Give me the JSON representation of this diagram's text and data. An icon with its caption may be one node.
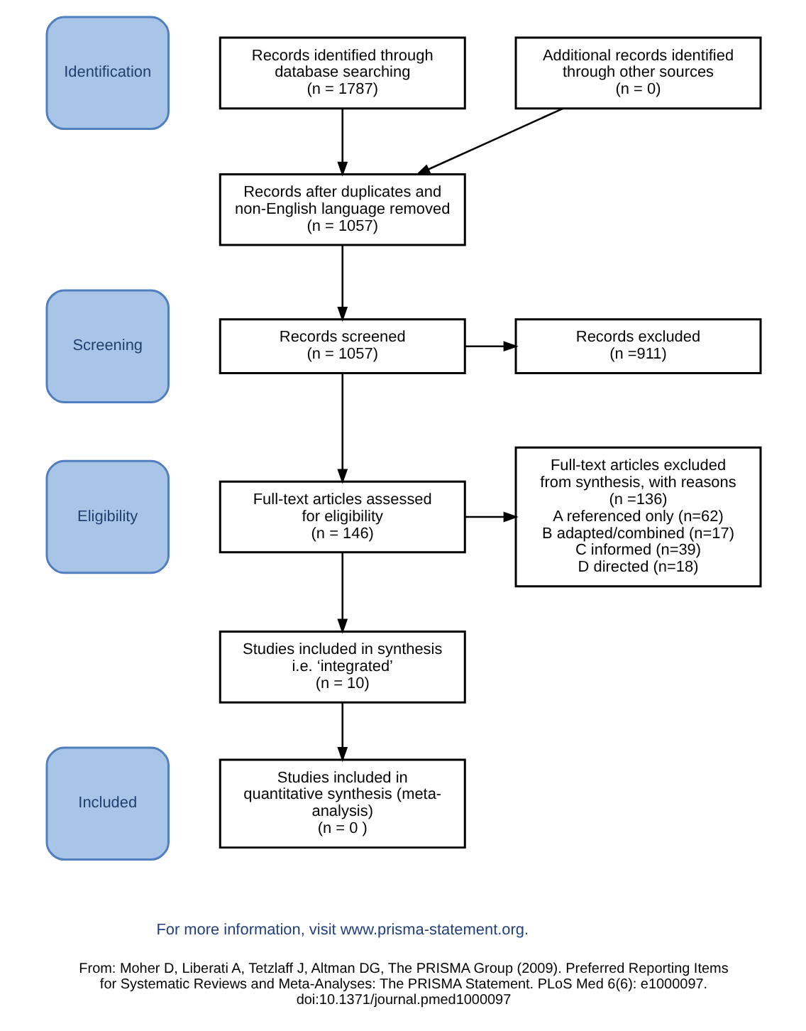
{
  "diagram": {
    "caption": "From: Moher D, Liberati A, Tetzlaff J, Altman DG, The PRISMA Group (2009). Preferred Reporting Items for Systematic Reviews and Meta-Analyses: The PRISMA Statement. PLoS Med 6(6): e1000097. doi:10.1371/journal.pmed1000097",
    "nodes": [
      {
        "text": [
          "Identification"
        ]
      },
      {
        "text": [
          "Records identified through database searching",
          "(n = 1787)"
        ]
      },
      {
        "text": [
          "Additional records identified through other sources",
          "(n = 0)"
        ]
      },
      {
        "text": [
          "Records after duplicates and non-English language removed",
          "(n = 1057)"
        ]
      },
      {
        "text": [
          "Screening"
        ]
      },
      {
        "text": [
          "Records screened",
          "(n = 1057)"
        ]
      },
      {
        "text": [
          "Records excluded",
          "(n =911)"
        ]
      },
      {
        "text": [
          "Eligibility"
        ]
      },
      {
        "text": [
          "Full-text articles assessed for eligibility",
          "(n = 146)"
        ]
      },
      {
        "text": [
          "Full-text articles excluded from synthesis, with reasons",
          "(n =136)",
          "A referenced only (n=62)",
          "B adapted/combined (n=17)",
          "C informed (n=39)",
          "D directed (n=18)"
        ]
      },
      {
        "text": [
          "Studies included in synthesis i.e. ‘integrated’",
          "(n = 10)"
        ]
      },
      {
        "text": [
          "Included"
        ]
      },
      {
        "text": [
          "Studies included in quantitative synthesis (meta-analysis)",
          "(n = 0 )"
        ]
      }
    ],
    "edges": [
      {
        "from": 1,
        "to": 3,
        "arrow": "to"
      },
      {
        "from": 2,
        "to": 3,
        "arrow": "to"
      },
      {
        "from": 3,
        "to": 5,
        "arrow": "to"
      },
      {
        "from": 5,
        "to": 6,
        "arrow": "to"
      },
      {
        "from": 5,
        "to": 8,
        "arrow": "to"
      },
      {
        "from": 8,
        "to": 9,
        "arrow": "to"
      },
      {
        "from": 8,
        "to": 10,
        "arrow": "to"
      },
      {
        "from": 10,
        "to": 12,
        "arrow": "to"
      }
    ],
    "labels": [
      "For more information, visit www.prisma-statement.org."
    ]
  }
}
